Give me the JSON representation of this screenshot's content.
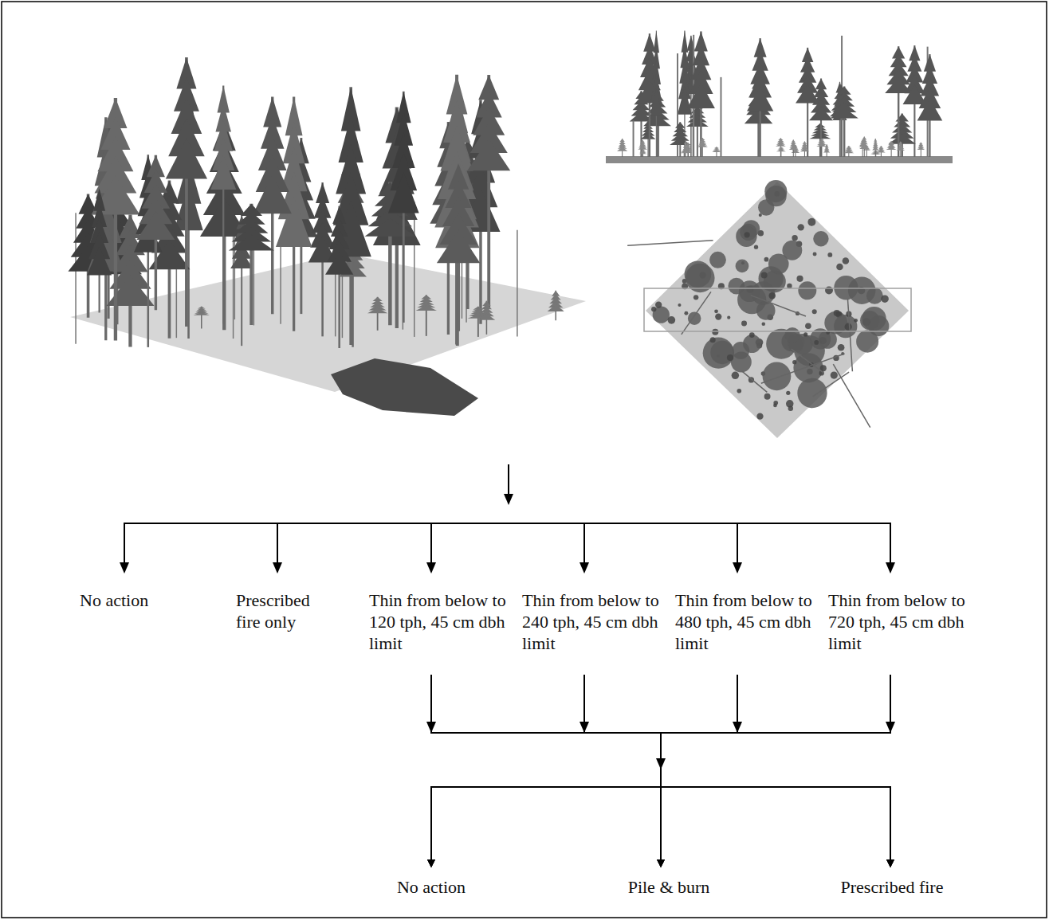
{
  "diagram": {
    "nodes": [
      {
        "text": [
          "No action"
        ]
      },
      {
        "text": [
          "Prescribed fire only"
        ]
      },
      {
        "text": [
          "Thin from below to 120 tph, 45 cm dbh limit"
        ]
      },
      {
        "text": [
          "Thin from below to 240 tph, 45 cm dbh limit"
        ]
      },
      {
        "text": [
          "Thin from below to 480 tph, 45 cm dbh limit"
        ]
      },
      {
        "text": [
          "Thin from below to 720 tph, 45 cm dbh limit"
        ]
      },
      {
        "text": [
          "No action"
        ]
      },
      {
        "text": [
          "Pile & burn"
        ]
      },
      {
        "text": [
          "Prescribed fire"
        ]
      }
    ],
    "edges": [
      {
        "from": 2,
        "to": 6,
        "arrow": "to"
      },
      {
        "from": 2,
        "to": 7,
        "arrow": "to"
      },
      {
        "from": 2,
        "to": 8,
        "arrow": "to"
      },
      {
        "from": 3,
        "to": 6,
        "arrow": "to"
      },
      {
        "from": 3,
        "to": 7,
        "arrow": "to"
      },
      {
        "from": 3,
        "to": 8,
        "arrow": "to"
      },
      {
        "from": 4,
        "to": 6,
        "arrow": "to"
      },
      {
        "from": 4,
        "to": 7,
        "arrow": "to"
      },
      {
        "from": 4,
        "to": 8,
        "arrow": "to"
      },
      {
        "from": 5,
        "to": 6,
        "arrow": "to"
      },
      {
        "from": 5,
        "to": 7,
        "arrow": "to"
      },
      {
        "from": 5,
        "to": 8,
        "arrow": "to"
      }
    ]
  }
}
